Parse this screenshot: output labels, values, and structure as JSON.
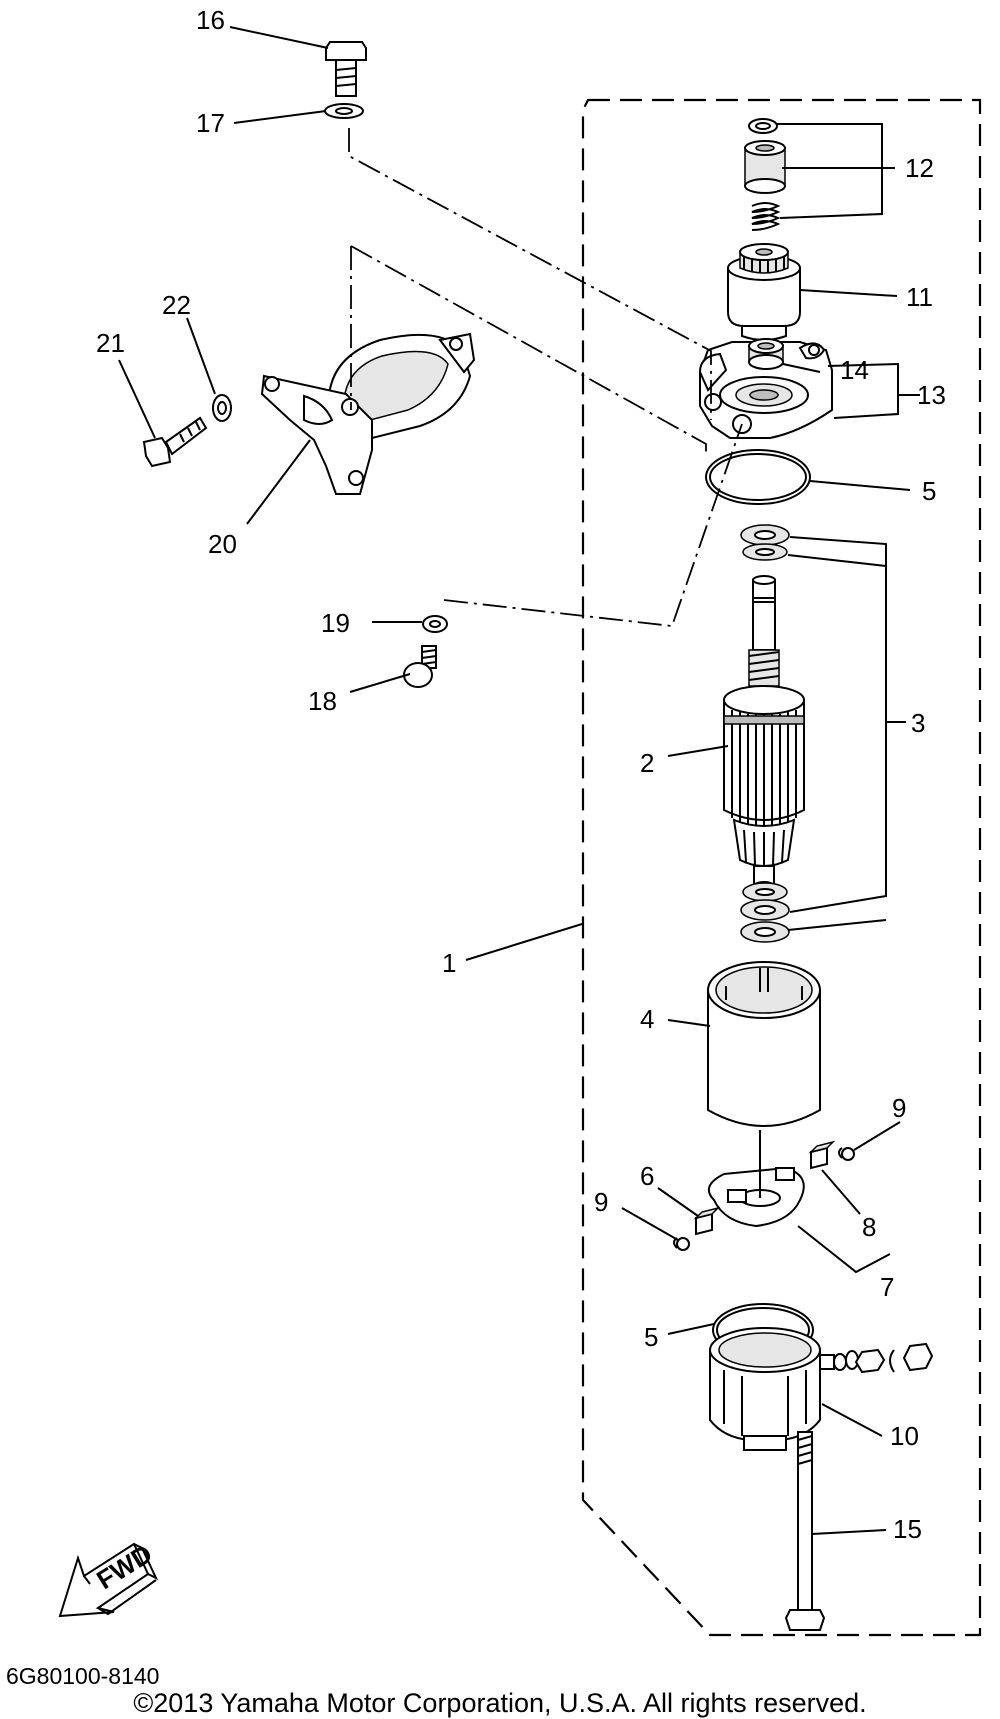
{
  "callouts": {
    "c1": "1",
    "c2": "2",
    "c3": "3",
    "c4": "4",
    "c5a": "5",
    "c5b": "5",
    "c6": "6",
    "c7": "7",
    "c8": "8",
    "c9a": "9",
    "c9b": "9",
    "c10": "10",
    "c11": "11",
    "c12": "12",
    "c13": "13",
    "c14": "14",
    "c15": "15",
    "c16": "16",
    "c17": "17",
    "c18": "18",
    "c19": "19",
    "c20": "20",
    "c21": "21",
    "c22": "22"
  },
  "fwd_label": "FWD",
  "doc_number": "6G80100-8140",
  "copyright": "©2013 Yamaha Motor Corporation, U.S.A. All rights reserved."
}
